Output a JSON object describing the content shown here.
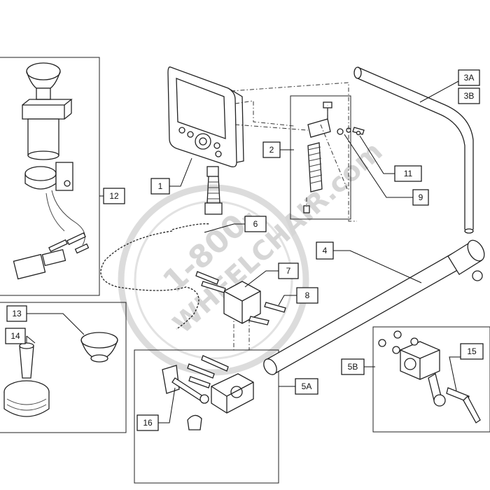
{
  "callouts": {
    "c1": "1",
    "c2": "2",
    "c3a": "3A",
    "c3b": "3B",
    "c4": "4",
    "c5a": "5A",
    "c5b": "5B",
    "c6": "6",
    "c7": "7",
    "c8": "8",
    "c9": "9",
    "c11": "11",
    "c12": "12",
    "c13": "13",
    "c14": "14",
    "c15": "15",
    "c16": "16"
  },
  "watermark": {
    "line1": "1-800-",
    "line2": "WHEELCHAIR.com",
    "color": "#d6d6d6"
  },
  "colors": {
    "line": "#222222",
    "background": "#ffffff"
  }
}
